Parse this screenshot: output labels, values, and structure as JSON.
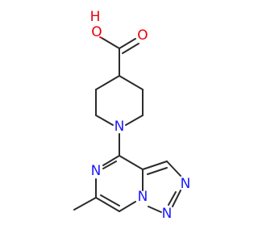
{
  "molecule": {
    "atoms": {
      "hydroxyl_H": "H",
      "hydroxyl_O": "O",
      "carbonyl_O": "O",
      "piperidine_N": "N",
      "pyrazine_N": "N",
      "bridge_N": "N",
      "triazole_N2": "N",
      "triazole_N1": "N"
    }
  },
  "colors": {
    "bond": "#2b2b2b",
    "oxygen": "#e8000b",
    "nitrogen": "#1a1aff",
    "background": "#ffffff"
  }
}
